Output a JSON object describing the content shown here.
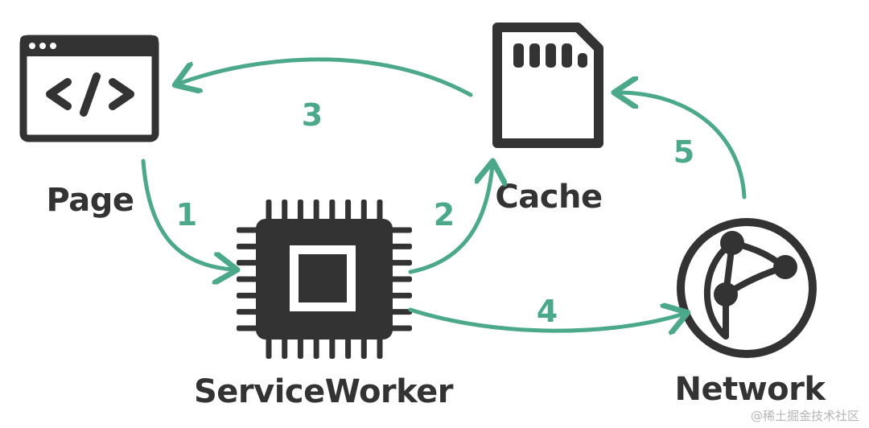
{
  "nodes": {
    "page": "Page",
    "cache": "Cache",
    "service_worker": "ServiceWorker",
    "network": "Network"
  },
  "steps": {
    "s1": "1",
    "s2": "2",
    "s3": "3",
    "s4": "4",
    "s5": "5"
  },
  "watermark": "@稀土掘金技术社区",
  "icons": {
    "page": "browser-code-window-icon",
    "cache": "sd-card-icon",
    "service_worker": "cpu-chip-icon",
    "network": "globe-network-icon"
  },
  "colors": {
    "arrow": "#4ba88a",
    "icon": "#333333",
    "label": "#333333"
  }
}
